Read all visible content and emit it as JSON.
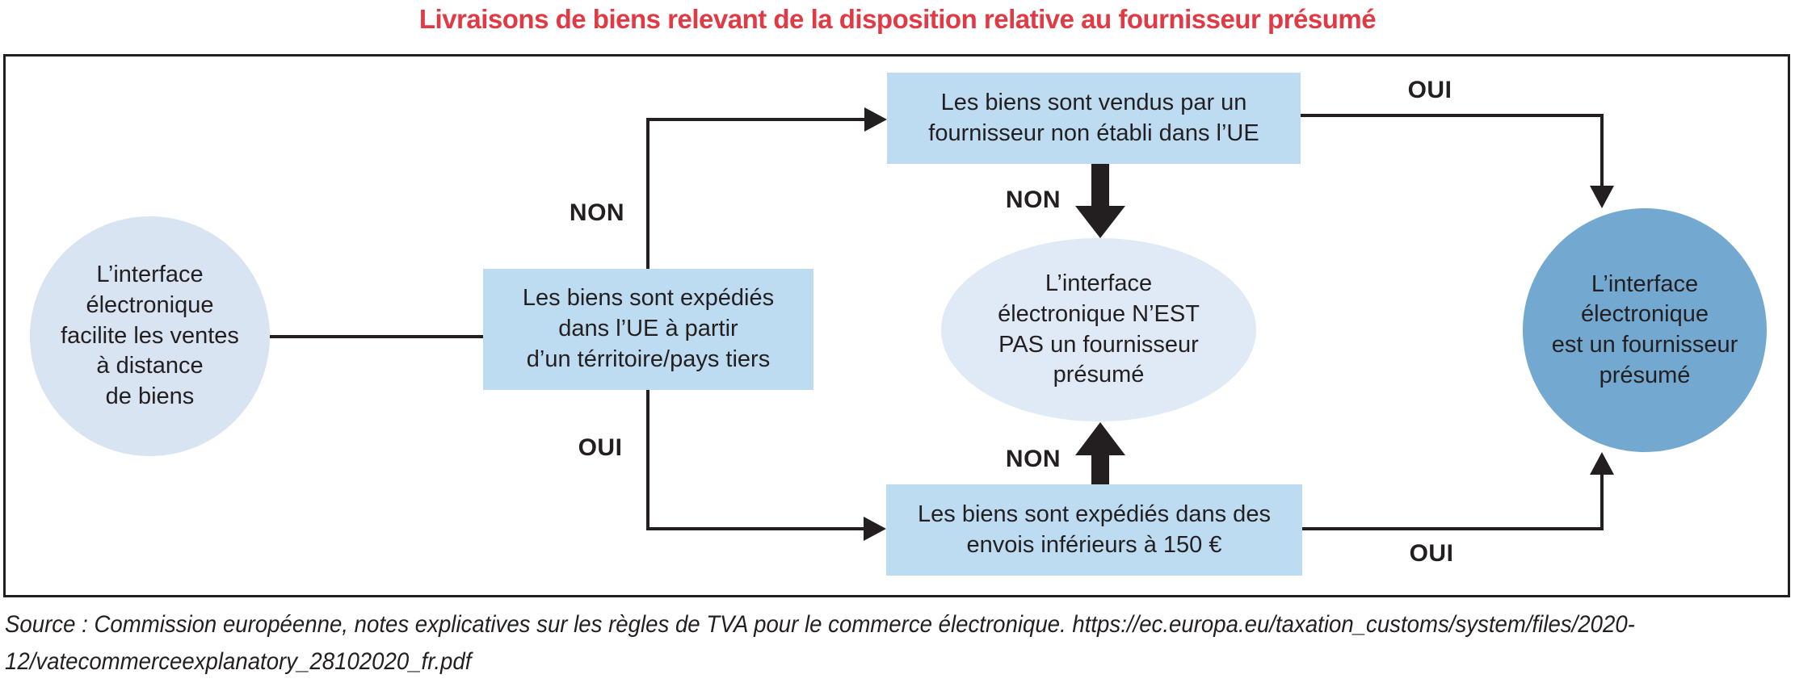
{
  "title": "Livraisons de biens relevant de la disposition relative au fournisseur présumé",
  "nodes": {
    "start": {
      "text": "L’interface\nélectronique\nfacilite les ventes\nà distance\nde biens"
    },
    "shipped": {
      "text": "Les biens sont expédiés\ndans l’UE à partir\nd’un térritoire/pays tiers"
    },
    "vendor": {
      "text": "Les biens sont vendus par un\nfournisseur non établi dans l’UE"
    },
    "not_deemed": {
      "text": "L’interface\nélectronique N’EST\nPAS un fournisseur\nprésumé"
    },
    "consignment": {
      "text": "Les biens sont expédiés dans des\nenvois inférieurs à 150 €"
    },
    "deemed": {
      "text": "L’interface\nélectronique\nest un fournisseur\nprésumé"
    }
  },
  "labels": {
    "non_branch_up": "NON",
    "oui_branch_down": "OUI",
    "non_vendor": "NON",
    "non_consignment": "NON",
    "oui_vendor": "OUI",
    "oui_consignment": "OUI"
  },
  "source": "Source : Commission européenne, notes explicatives sur les règles de TVA pour le commerce électronique. https://ec.europa.eu/taxation_customs/system/files/2020-\n12/vatecommerceexplanatory_28102020_fr.pdf",
  "colors": {
    "title_red": "#e13a44",
    "box_blue": "#bedcf1",
    "start_circle_blue": "#d8e4f2",
    "ellipse_blue": "#e0eaf6",
    "deemed_circle_blue": "#73a9d0",
    "line_dark": "#231f20"
  }
}
